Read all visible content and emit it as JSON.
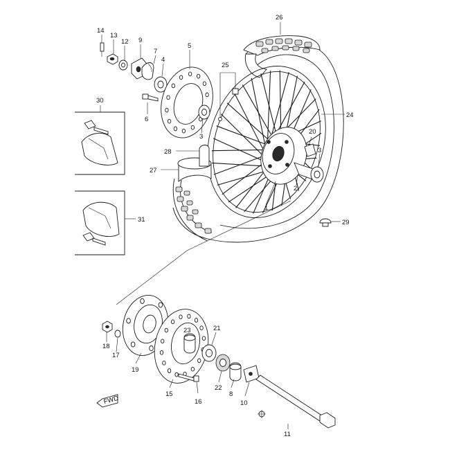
{
  "labels": {
    "l14": "14",
    "l13": "13",
    "l12": "12",
    "l9": "9",
    "l7": "7",
    "l4": "4",
    "l5": "5",
    "l26": "26",
    "l25": "25",
    "l24": "24",
    "l30": "30",
    "l6": "6",
    "l3a": "3",
    "l20": "20",
    "l3b": "3",
    "l28": "28",
    "l27": "27",
    "l2": "2",
    "l1": "1",
    "l31": "31",
    "l29": "29",
    "l23": "23",
    "l21": "21",
    "l18": "18",
    "l17": "17",
    "l19": "19",
    "l15": "15",
    "l16": "16",
    "l22": "22",
    "l8": "8",
    "l10": "10",
    "l11": "11"
  },
  "badge": {
    "fwd": "FWD"
  }
}
